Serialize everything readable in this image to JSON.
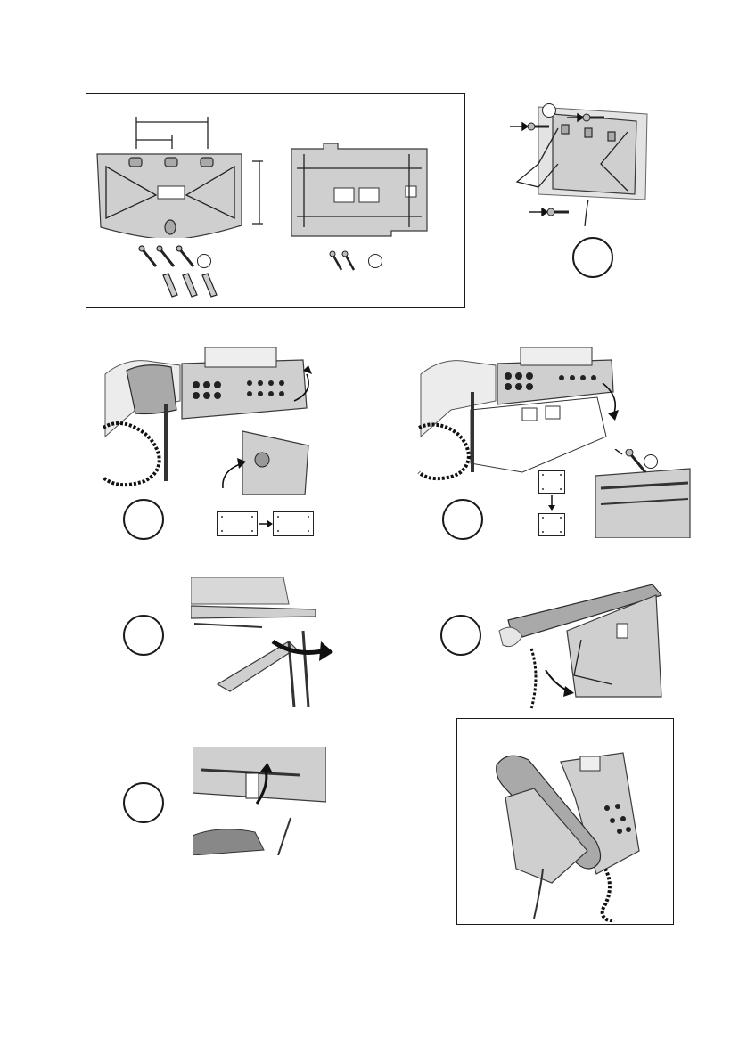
{
  "page": {
    "steps": [
      {
        "id": "step-1",
        "label": ""
      },
      {
        "id": "step-2",
        "label": ""
      },
      {
        "id": "step-3",
        "label": ""
      },
      {
        "id": "step-4",
        "label": ""
      },
      {
        "id": "step-5",
        "label": ""
      },
      {
        "id": "step-6",
        "label": ""
      }
    ],
    "parts": {
      "screws_a": "",
      "screws_b": "",
      "screw_c": ""
    },
    "icons": {
      "mounting_plate": "mounting-plate-icon",
      "adapter_plate": "adapter-plate-icon",
      "screw": "screw-icon",
      "dowel": "wall-dowel-icon",
      "phone": "desk-phone-icon",
      "arrow": "arrow-icon",
      "cord": "coiled-cord-icon"
    },
    "colors": {
      "ink": "#1a1a1a",
      "sketch_fill": "#cfcfcf"
    }
  }
}
